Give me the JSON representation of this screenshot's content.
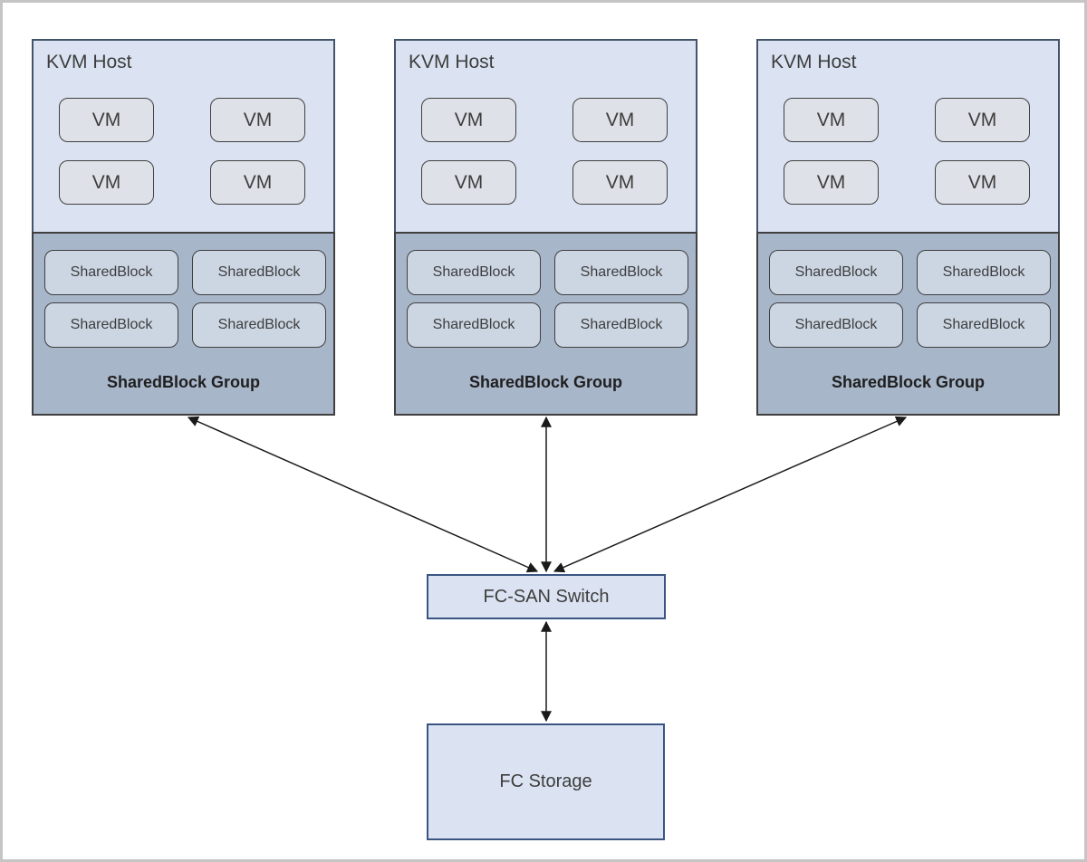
{
  "colors": {
    "canvas_border": "#c5c5c5",
    "host_fill": "#dbe3f2",
    "host_border": "#44546a",
    "vm_fill": "#dee1e7",
    "vm_border": "#404040",
    "group_fill": "#a8b6ca",
    "group_border": "#3f3f3f",
    "block_fill": "#ccd6e3",
    "block_border": "#3f3f3f",
    "switch_fill": "#dbe3f2",
    "switch_border": "#3b5583",
    "storage_fill": "#dbe3f2",
    "storage_border": "#3b5583",
    "arrow": "#1a1a1a",
    "text": "#3d3d3d",
    "group_text": "#1f1f1f"
  },
  "hosts": [
    {
      "label": "KVM Host",
      "vms": [
        "VM",
        "VM",
        "VM",
        "VM"
      ],
      "group": {
        "label": "SharedBlock Group",
        "blocks": [
          "SharedBlock",
          "SharedBlock",
          "SharedBlock",
          "SharedBlock"
        ]
      }
    },
    {
      "label": "KVM Host",
      "vms": [
        "VM",
        "VM",
        "VM",
        "VM"
      ],
      "group": {
        "label": "SharedBlock Group",
        "blocks": [
          "SharedBlock",
          "SharedBlock",
          "SharedBlock",
          "SharedBlock"
        ]
      }
    },
    {
      "label": "KVM Host",
      "vms": [
        "VM",
        "VM",
        "VM",
        "VM"
      ],
      "group": {
        "label": "SharedBlock Group",
        "blocks": [
          "SharedBlock",
          "SharedBlock",
          "SharedBlock",
          "SharedBlock"
        ]
      }
    }
  ],
  "switch": {
    "label": "FC-SAN Switch"
  },
  "storage": {
    "label": "FC Storage"
  }
}
